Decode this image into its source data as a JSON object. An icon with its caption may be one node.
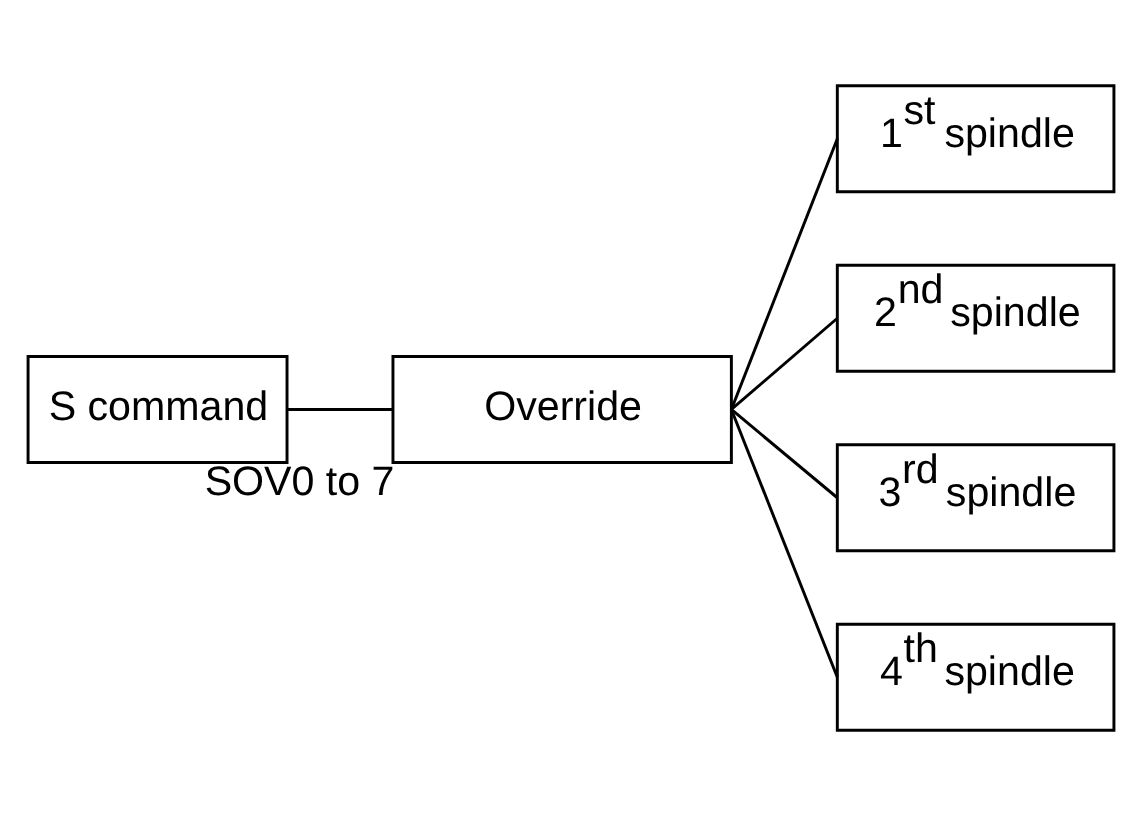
{
  "diagram": {
    "nodes": [
      {
        "text": [
          "S command"
        ]
      },
      {
        "text": [
          "Override"
        ],
        "beside": [
          "SOV0 to 7"
        ]
      },
      {
        "text": [
          "1$^{st}$ spindle"
        ]
      },
      {
        "text": [
          "2$^{nd}$ spindle"
        ]
      },
      {
        "text": [
          "3$^{rd}$ spindle"
        ]
      },
      {
        "text": [
          "4$^{th}$ spindle"
        ]
      }
    ],
    "edges": [
      {
        "from": 0,
        "to": 1,
        "arrow": "none"
      },
      {
        "from": 1,
        "to": 2,
        "arrow": "none"
      },
      {
        "from": 1,
        "to": 3,
        "arrow": "none"
      },
      {
        "from": 1,
        "to": 4,
        "arrow": "none"
      },
      {
        "from": 1,
        "to": 5,
        "arrow": "none"
      }
    ]
  }
}
